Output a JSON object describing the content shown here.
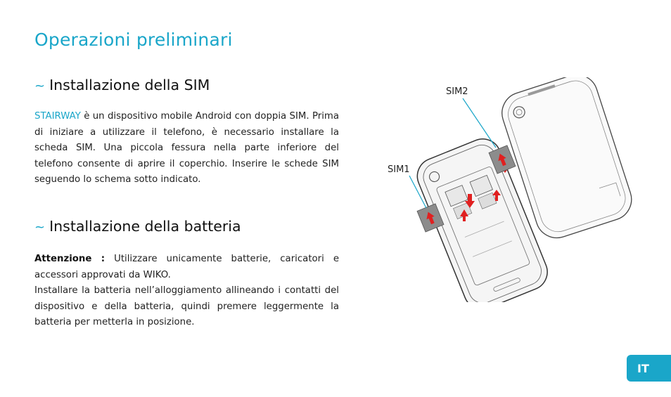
{
  "page": {
    "title": "Operazioni preliminari"
  },
  "sections": [
    {
      "bullet": "~",
      "heading": "Installazione della SIM",
      "lead": "STAIRWAY",
      "text": " è un dispositivo mobile Android con doppia SIM. Prima di iniziare a utilizzare il telefono, è necessario installare la scheda SIM. Una piccola fessura nella parte inferiore del telefono consente di aprire il coperchio. Inserire le schede SIM seguendo lo schema sotto indicato."
    },
    {
      "bullet": "~",
      "heading": "Installazione della batteria",
      "lead": "Attenzione :",
      "text": " Utilizzare unicamente batterie, caricatori e accessori approvati da WIKO.",
      "text2": "Installare la batteria nell’alloggiamento allineando i contatti del dispositivo e della batteria, quindi premere leggermente la batteria per metterla in posizione."
    }
  ],
  "figure": {
    "label_sim2": "SIM2",
    "label_sim1": "SIM1",
    "arrow_color": "#e02020",
    "leader_color": "#1aa6c9"
  },
  "badge": {
    "language": "IT"
  },
  "colors": {
    "accent": "#1aa6c9"
  }
}
